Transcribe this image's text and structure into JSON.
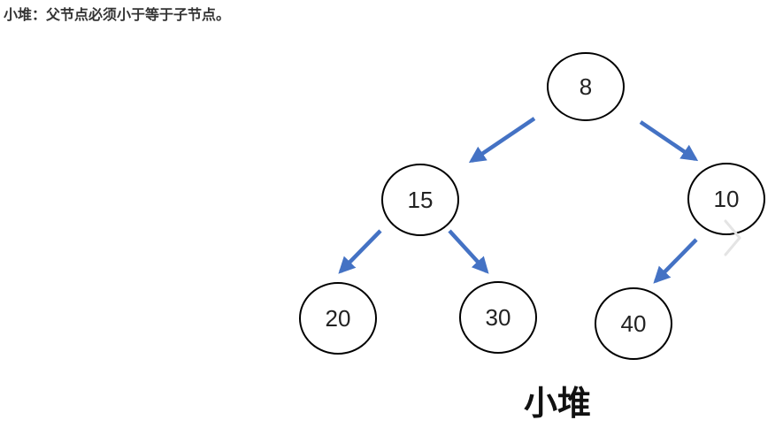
{
  "heading": "小堆：父节点必须小于等于子节点。",
  "caption": "小堆",
  "tree": {
    "nodes": [
      {
        "id": "n8",
        "label": "8"
      },
      {
        "id": "n15",
        "label": "15"
      },
      {
        "id": "n10",
        "label": "10"
      },
      {
        "id": "n20",
        "label": "20"
      },
      {
        "id": "n30",
        "label": "30"
      },
      {
        "id": "n40",
        "label": "40"
      }
    ],
    "edges": [
      {
        "from": "8",
        "to": "15"
      },
      {
        "from": "8",
        "to": "10"
      },
      {
        "from": "15",
        "to": "20"
      },
      {
        "from": "15",
        "to": "30"
      },
      {
        "from": "10",
        "to": "40"
      }
    ]
  },
  "colors": {
    "arrow": "#4472c4",
    "node_stroke": "#000000",
    "heading_text": "#333333"
  },
  "icons": {
    "next": "chevron-right-icon"
  }
}
